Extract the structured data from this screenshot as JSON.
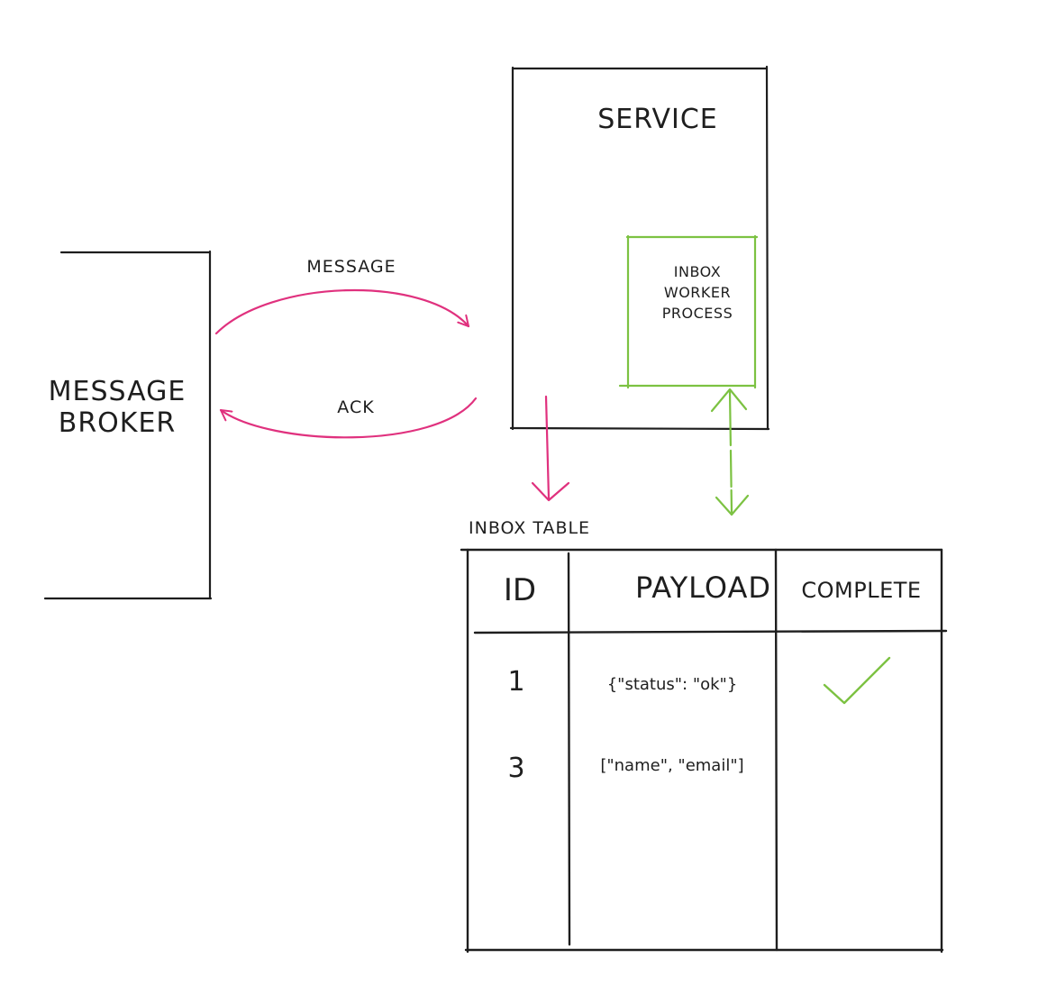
{
  "broker": {
    "title": "MESSAGE BROKER"
  },
  "service": {
    "title": "SERVICE"
  },
  "worker": {
    "title": "INBOX\nWORKER\nPROCESS"
  },
  "arrows": {
    "message_label": "MESSAGE",
    "ack_label": "ACK"
  },
  "table": {
    "title": "INBOX TABLE",
    "columns": [
      "ID",
      "PAYLOAD",
      "COMPLETE"
    ],
    "rows": [
      {
        "id": "1",
        "payload": "{\"status\": \"ok\"}",
        "complete": true
      },
      {
        "id": "3",
        "payload": "[\"name\", \"email\"]",
        "complete": false
      }
    ]
  },
  "colors": {
    "stroke": "#1e1e1e",
    "message_flow": "#e0317e",
    "worker_flow": "#7cc242"
  }
}
